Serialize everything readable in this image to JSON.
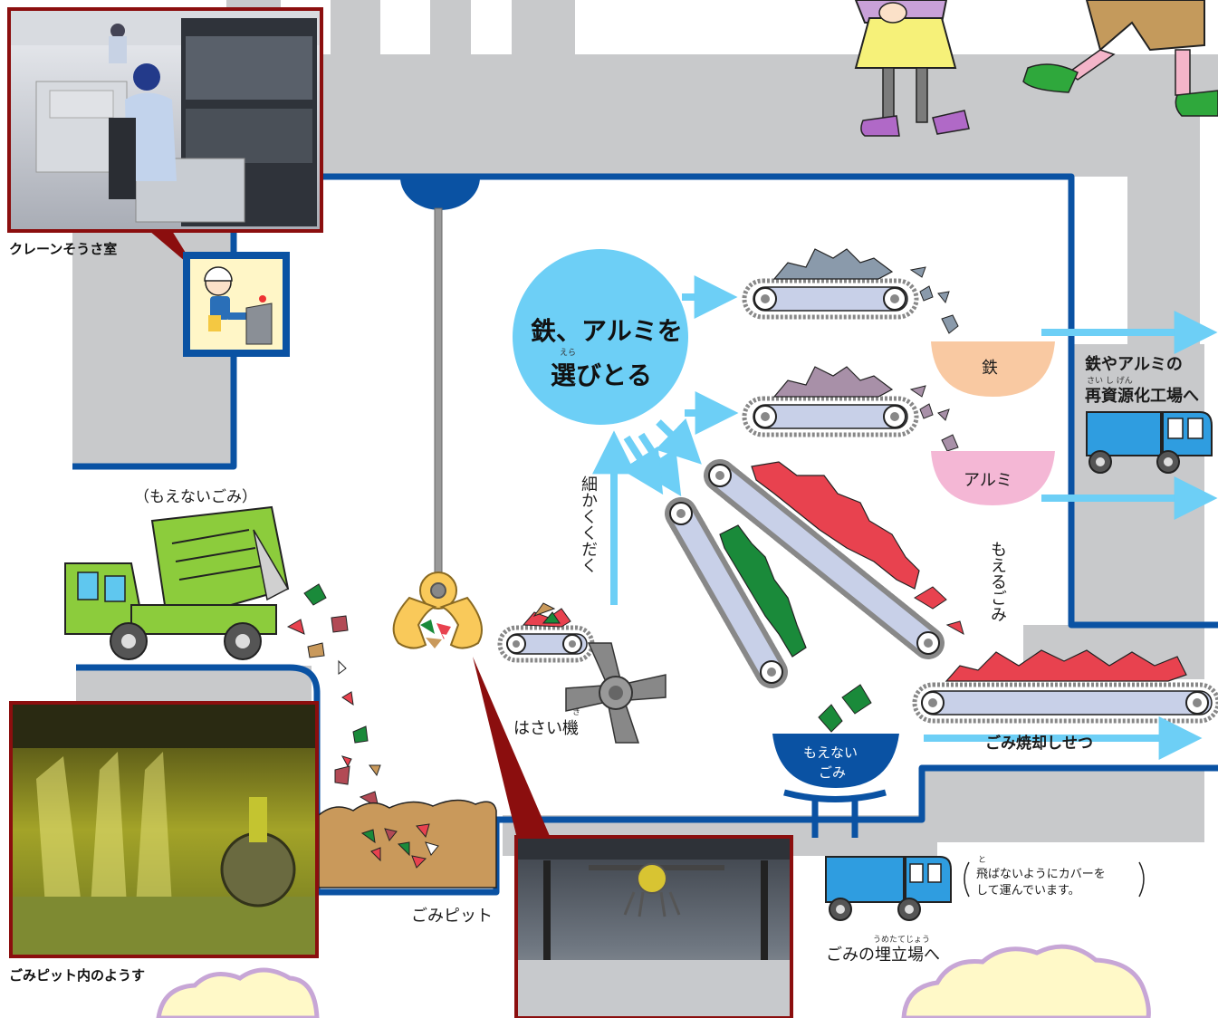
{
  "photos": {
    "crane_room_caption": "クレーンそうさ室",
    "pit_inside_caption": "ごみピット内のようす"
  },
  "labels": {
    "nonburnable_top": "（もえないごみ）",
    "select_line1": "鉄、アルミを",
    "select_line2": "選びとる",
    "select_ruby": "えら",
    "crush_vertical": "細かくくだく",
    "crusher": "はさい機",
    "crusher_ruby": "き",
    "pit": "ごみピット",
    "iron": "鉄",
    "aluminum": "アルミ",
    "recycle_line1": "鉄やアルミの",
    "recycle_line2": "再資源化工場へ",
    "recycle_ruby": "さい し げん",
    "burnable_vertical": "もえるごみ",
    "incinerator": "ごみ焼却しせつ",
    "nonburn_bowl_line1": "もえない",
    "nonburn_bowl_line2": "ごみ",
    "cover_line1": "飛ばないようにカバーを",
    "cover_line2": "して運んでいます。",
    "cover_ruby": "と",
    "landfill": "ごみの埋立場へ",
    "landfill_ruby": "うめたてじょう"
  },
  "colors": {
    "pipe": "#0a52a3",
    "wall": "#c8c9cb",
    "arrow": "#6dcff6",
    "circle": "#6dcff6",
    "frame": "#8b0e0e",
    "iron_bowl": "#f9c9a2",
    "alu_bowl": "#f4b7d5",
    "burnable": "#e8424f",
    "nonburnable": "#1a8a3a",
    "truck_blue": "#2f9de0",
    "truck_green": "#8ccc3c",
    "crane_claw": "#f9c95a",
    "pit_fill": "#c9995b",
    "cloud": "#fff9c8",
    "cloud_edge": "#c7a6d6"
  }
}
